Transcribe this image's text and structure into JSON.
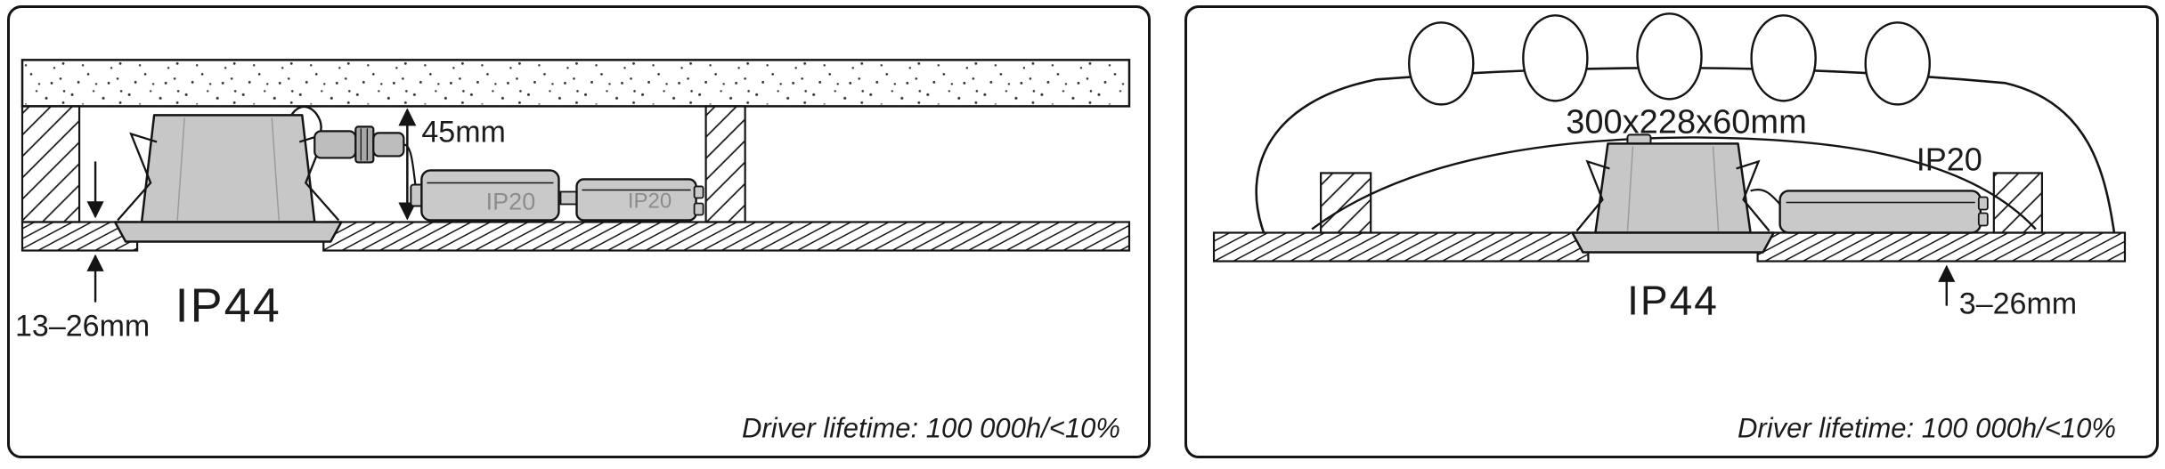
{
  "panel_left": {
    "cavity_depth_label": "45mm",
    "board_thickness_label": "13–26mm",
    "fixture_rating": "IP44",
    "driver1_rating": "IP20",
    "driver2_rating": "IP20",
    "lifetime_note": "Driver lifetime: 100 000h/<10%"
  },
  "panel_right": {
    "insulation_size_label": "300x228x60mm",
    "driver_rating": "IP20",
    "fixture_rating": "IP44",
    "board_thickness_label": "3–26mm",
    "lifetime_note": "Driver lifetime: 100 000h/<10%"
  },
  "colors": {
    "line": "#141414",
    "fixture_fill": "#c7c7c7",
    "driver_fill": "#c9c9c9",
    "connector_fill": "#bdbdbd",
    "label_gray": "#8c8c8c"
  }
}
